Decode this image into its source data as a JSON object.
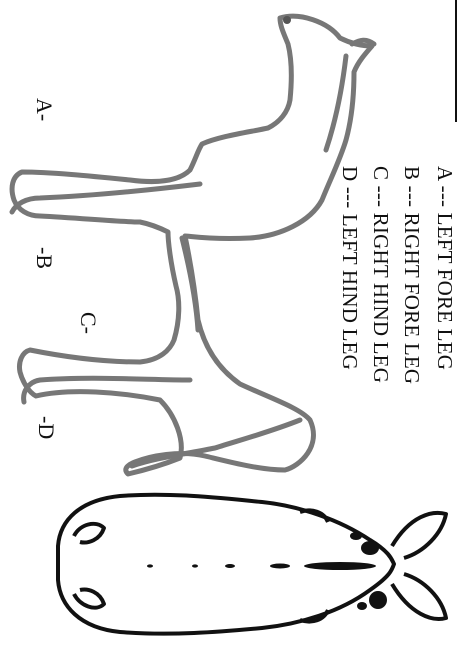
{
  "legend": {
    "items": [
      "A --- LEFT FORE LEG",
      "B --- RIGHT FORE LEG",
      "C --- RIGHT HIND LEG",
      "D --- LEFT HIND LEG"
    ]
  },
  "markers": {
    "a": "A-",
    "b": "-B",
    "c": "C-",
    "d": "-D"
  }
}
